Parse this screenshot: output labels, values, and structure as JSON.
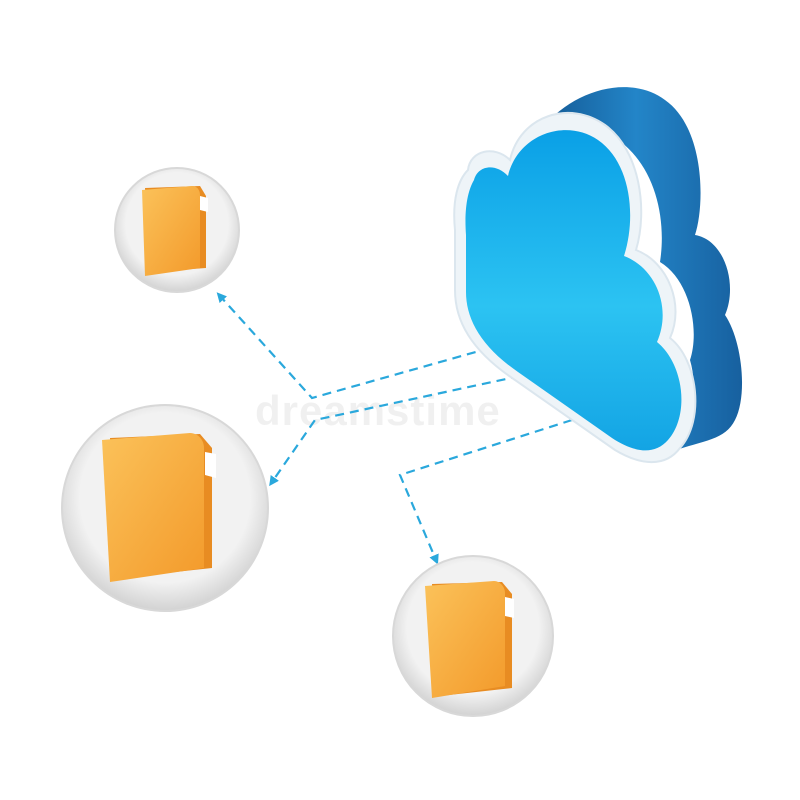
{
  "diagram": {
    "watermark_text": "dreamstime",
    "colors": {
      "cloud_front": "#19b3ec",
      "cloud_side": "#1a6fb3",
      "cloud_rim": "#eaf2f7",
      "arrow": "#2aa8dc",
      "folder_front": "#f7aa3a",
      "folder_back": "#e98d22",
      "circle": "#e6e6e6"
    },
    "nodes": [
      {
        "name": "cloud-storage",
        "icon": "cloud-icon"
      },
      {
        "name": "folder-top",
        "icon": "folder-icon"
      },
      {
        "name": "folder-left",
        "icon": "folder-icon"
      },
      {
        "name": "folder-bottom",
        "icon": "folder-icon"
      }
    ],
    "connections": [
      {
        "from": "cloud-storage",
        "to": "folder-top"
      },
      {
        "from": "cloud-storage",
        "to": "folder-left"
      },
      {
        "from": "cloud-storage",
        "to": "folder-bottom"
      }
    ]
  }
}
